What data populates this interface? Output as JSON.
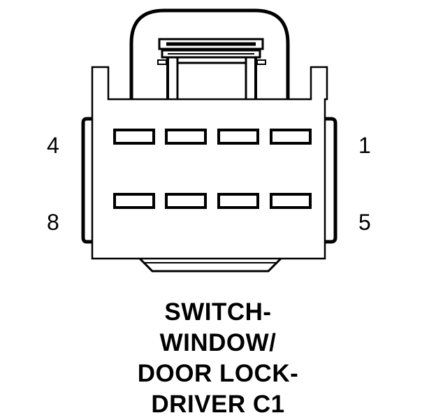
{
  "connector": {
    "pin_labels": {
      "top_left": "4",
      "top_right": "1",
      "bottom_left": "8",
      "bottom_right": "5"
    },
    "cavity_rows": 2,
    "cavities_per_row": 4
  },
  "caption": {
    "lines": [
      "SWITCH-",
      "WINDOW/",
      "DOOR LOCK-",
      "DRIVER C1"
    ]
  }
}
